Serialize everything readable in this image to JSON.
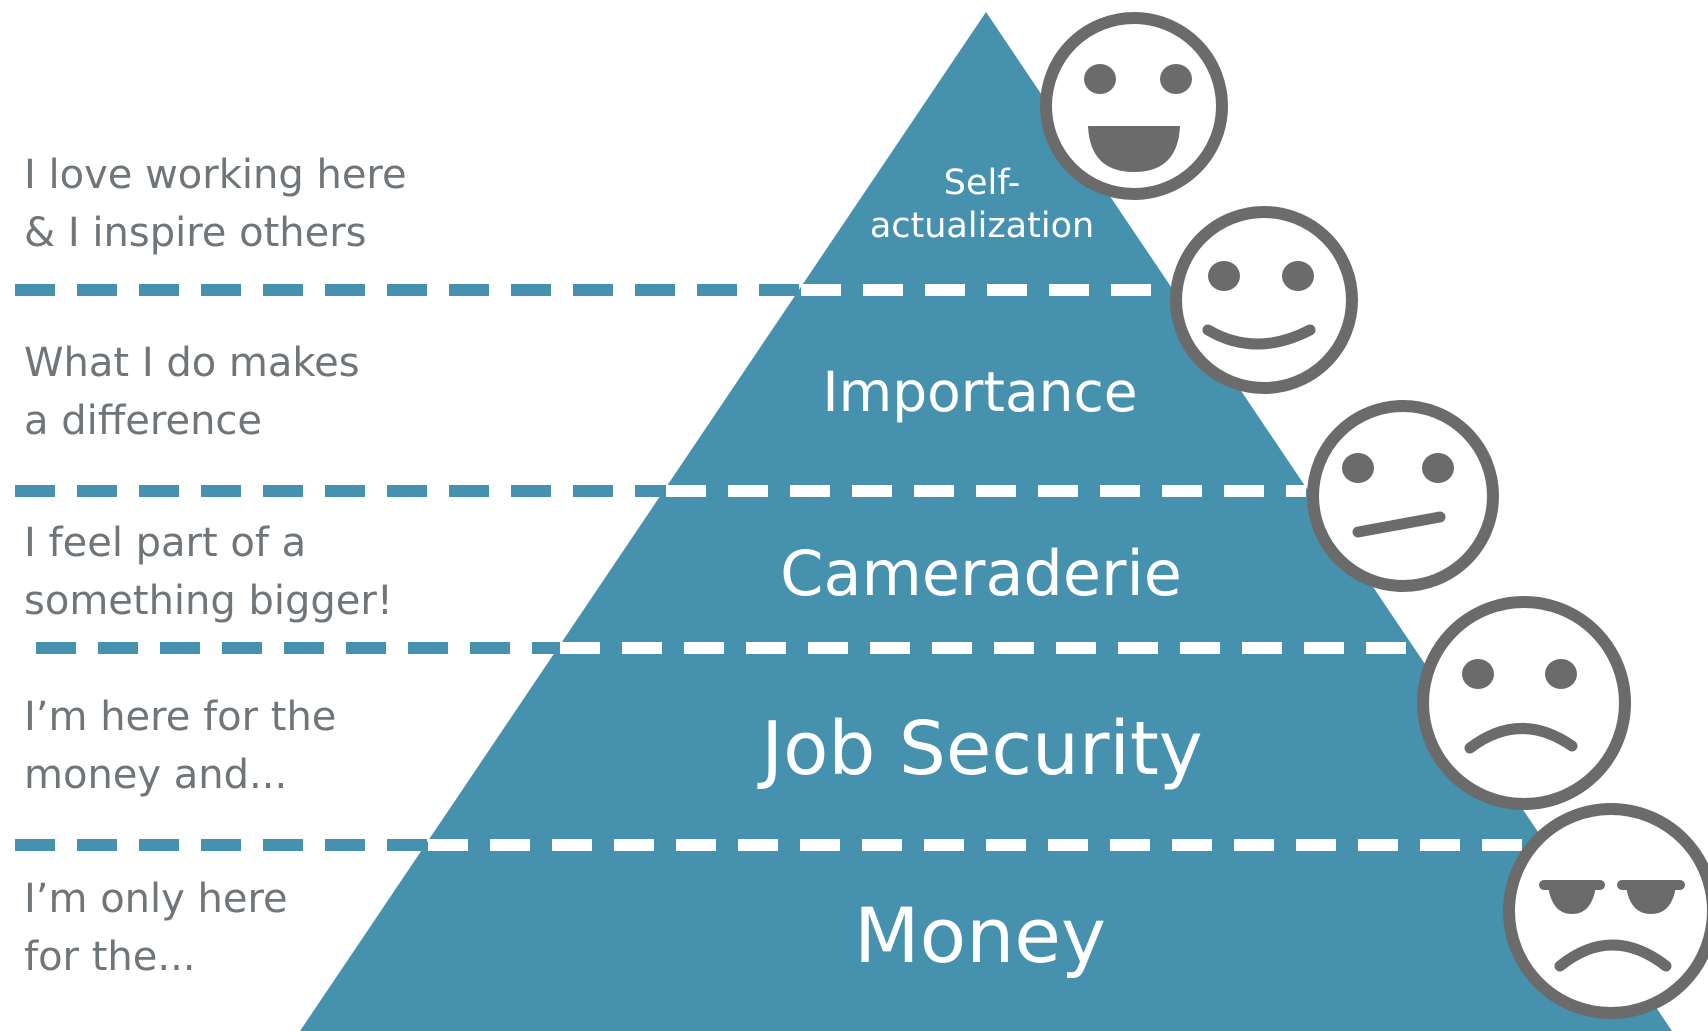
{
  "colors": {
    "pyramid": "#4691ad",
    "dash": "#4691ad",
    "dash_on_pyramid": "#ffffff",
    "label_text": "#ffffff",
    "side_text": "#6f7579",
    "face_stroke": "#6b6b6b",
    "face_fill": "#ffffff"
  },
  "levels": [
    {
      "label": "Self-\nactualization",
      "label_line1": "Self-",
      "label_line2": "actualization",
      "description_line1": "I love working here",
      "description_line2": "& I inspire others",
      "face": "laughing-face-icon"
    },
    {
      "label": "Importance",
      "description_line1": "What I do makes",
      "description_line2": "a difference",
      "face": "smiling-face-icon"
    },
    {
      "label": "Cameraderie",
      "description_line1": "I feel part of a",
      "description_line2": "something bigger!",
      "face": "neutral-face-icon"
    },
    {
      "label": "Job Security",
      "description_line1": "I’m here for the",
      "description_line2": "money and...",
      "face": "sad-face-icon"
    },
    {
      "label": "Money",
      "description_line1": "I’m only here",
      "description_line2": "for the...",
      "face": "annoyed-face-icon"
    }
  ]
}
